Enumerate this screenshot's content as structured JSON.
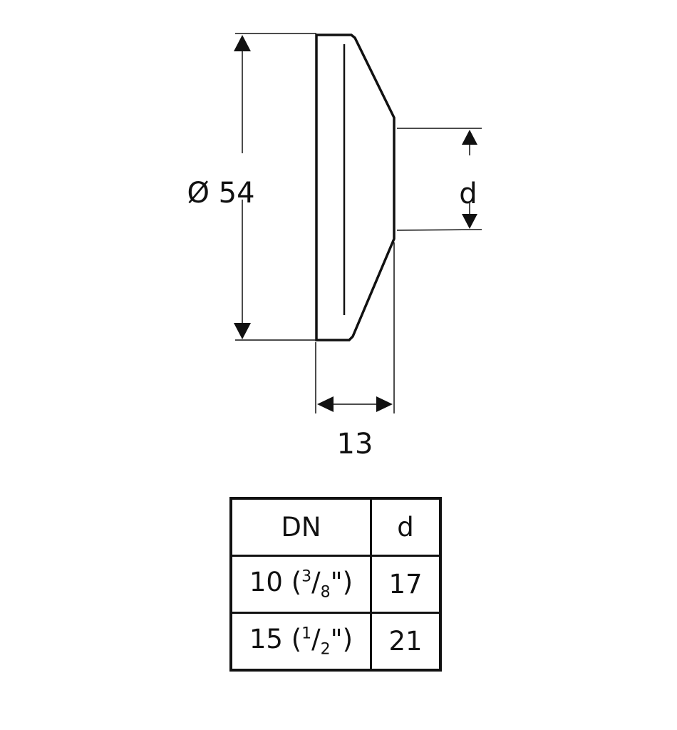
{
  "drawing": {
    "diameter_label": "Ø 54",
    "inner_label": "d",
    "width_label": "13"
  },
  "table": {
    "headers": [
      "DN",
      "d"
    ],
    "rows": [
      {
        "dn": "10",
        "inch_num": "3",
        "inch_den": "8",
        "d": "17"
      },
      {
        "dn": "15",
        "inch_num": "1",
        "inch_den": "2",
        "d": "21"
      }
    ]
  }
}
